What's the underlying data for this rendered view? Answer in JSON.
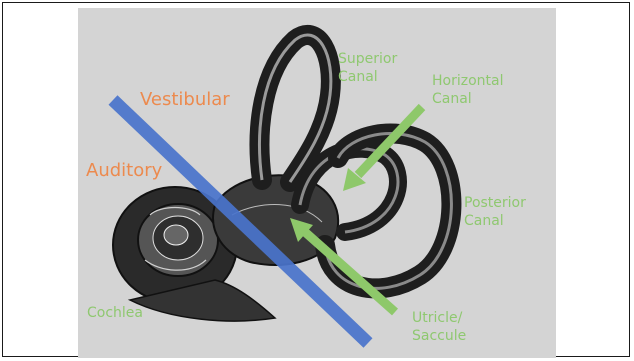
{
  "labels": {
    "superior_canal": [
      "Superior",
      "Canal"
    ],
    "horizontal_canal": [
      "Horizontal",
      "Canal"
    ],
    "posterior_canal": [
      "Posterior",
      "Canal"
    ],
    "utricle_saccule": [
      "Utricle/",
      "Saccule"
    ],
    "cochlea": "Cochlea",
    "vestibular": "Vestibular",
    "auditory": "Auditory"
  },
  "colors": {
    "background_panel": "#d4d4d4",
    "green_label": "#8fc870",
    "orange_label": "#ec8a4e",
    "divider_line": "#4a74cc",
    "arrow": "#8ec86a",
    "anatomy": "#1e1e1e"
  }
}
